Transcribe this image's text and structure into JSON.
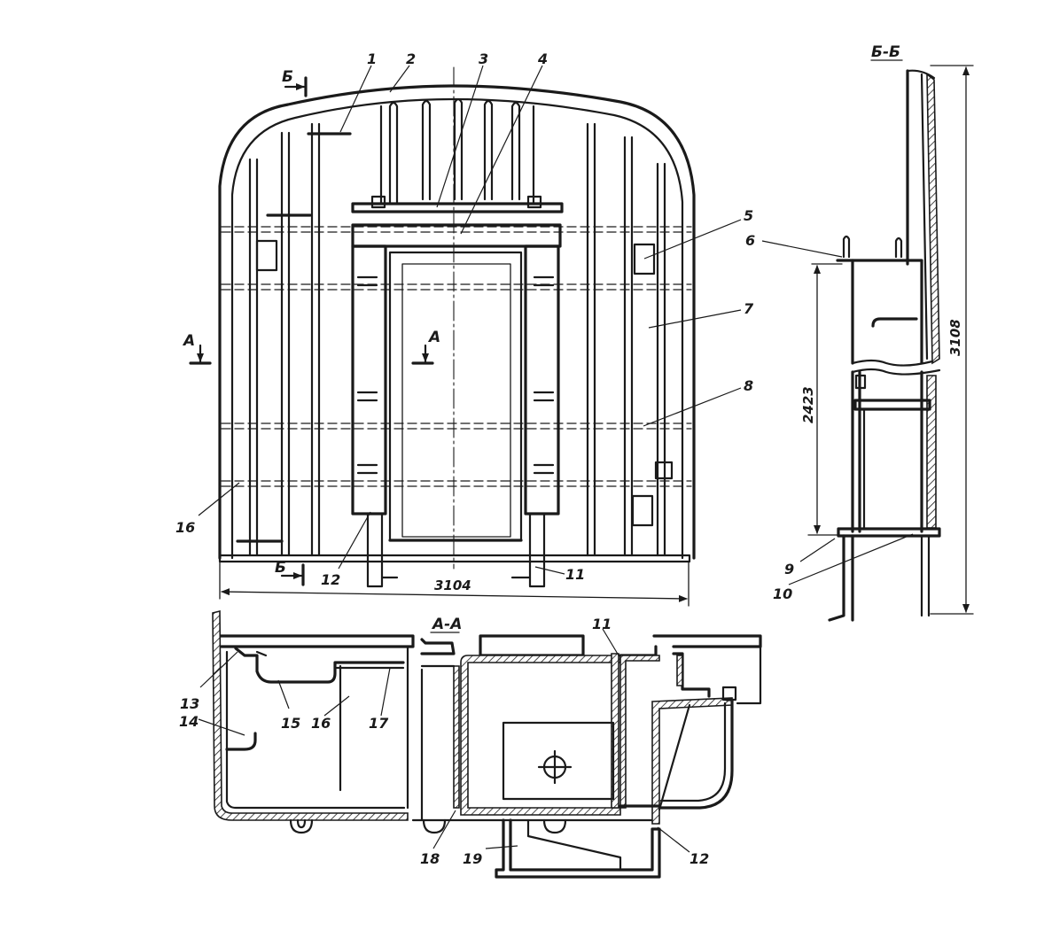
{
  "callouts": {
    "n1": "1",
    "n2": "2",
    "n3": "3",
    "n4": "4",
    "n5": "5",
    "n6": "6",
    "n7": "7",
    "n8": "8",
    "n9": "9",
    "n10": "10",
    "n11": "11",
    "n12": "12",
    "n13": "13",
    "n14": "14",
    "n15": "15",
    "n16": "16",
    "n17": "17",
    "n18": "18",
    "n19": "19"
  },
  "sections": {
    "aa_title": "А-А",
    "bb_title": "Б-Б",
    "a_marker": "А",
    "b_marker": "Б"
  },
  "dimensions": {
    "width": "3104",
    "height_total": "3108",
    "height_inner": "2423"
  }
}
